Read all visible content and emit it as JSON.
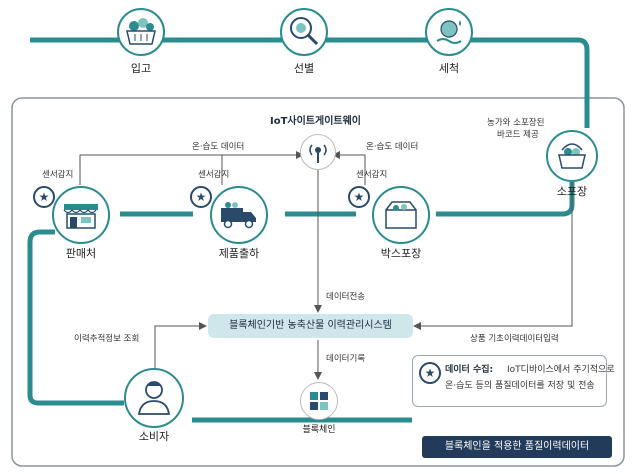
{
  "nodes": {
    "receiving": "입고",
    "sorting": "선별",
    "washing": "세척",
    "small_packaging": "소포장",
    "box_packaging": "박스포장",
    "product_shipping": "제품출하",
    "retailer": "판매처",
    "consumer": "소비자",
    "blockchain": "블록체인",
    "iot_gateway": "IoT사이트게이트웨이"
  },
  "labels": {
    "sensor_box": "센서감지",
    "sensor_product": "센서감지",
    "sensor_retail": "센서감지",
    "temp_humidity_left": "온·습도 데이터",
    "temp_humidity_right": "온·습도 데이터",
    "barcode": "농가와 소포장된\n바코드 제공",
    "data_transmit": "데이터전송",
    "data_record": "데이터기록",
    "history_query": "이력추적정보 조회",
    "basic_history_input": "상품 기초이력데이터입력"
  },
  "center_box": "블록체인기반 농축산물 이력관리시스템",
  "note": {
    "title": "데이터 수집:",
    "line1": "IoT디바이스에서 주기적으로",
    "line2": "온·습도 등의 품질데이터를 저장 및 전송"
  },
  "footer": "블록체인을 적용한 품질이력데이터",
  "colors": {
    "flow_line": "#2b8c8f",
    "node_fill": "#ffffff",
    "accent_box": "#cfe6ea",
    "badge_bg": "#233b5b",
    "icon_dark": "#2a4a6b"
  },
  "icons": {
    "receiving": "basket-icon",
    "sorting": "magnifier-icon",
    "washing": "water-drop-icon",
    "small_packaging": "basket-icon",
    "box_packaging": "box-icon",
    "product_shipping": "truck-icon",
    "retailer": "store-icon",
    "consumer": "person-icon",
    "blockchain": "blocks-icon",
    "iot_gateway": "antenna-icon",
    "sensor": "star-icon"
  }
}
